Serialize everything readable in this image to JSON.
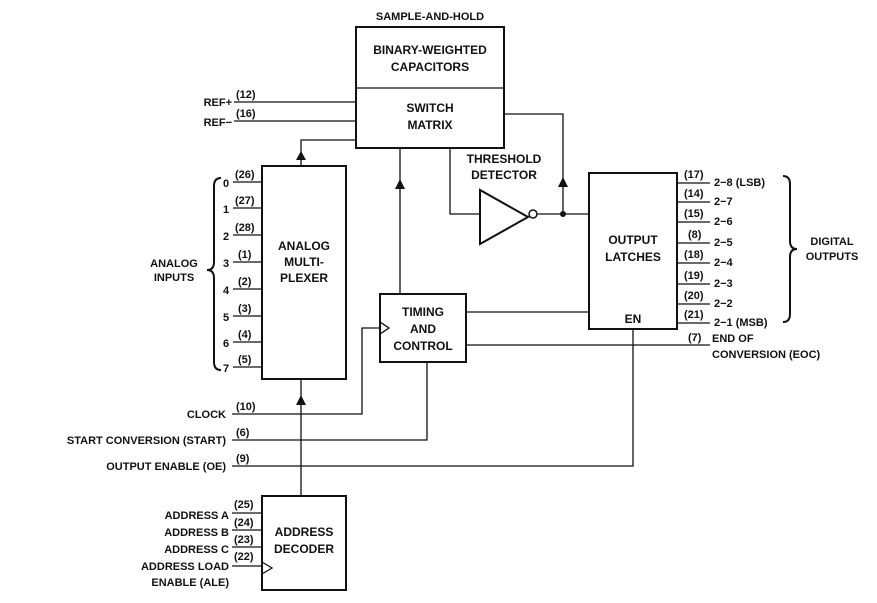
{
  "title": "SAMPLE-AND-HOLD",
  "blocks": {
    "capacitors": [
      "BINARY-WEIGHTED",
      "CAPACITORS"
    ],
    "switch_matrix": [
      "SWITCH",
      "MATRIX"
    ],
    "threshold": [
      "THRESHOLD",
      "DETECTOR"
    ],
    "mux": [
      "ANALOG",
      "MULTI-",
      "PLEXER"
    ],
    "timing": [
      "TIMING",
      "AND",
      "CONTROL"
    ],
    "latches": [
      "OUTPUT",
      "LATCHES"
    ],
    "latches_en": "EN",
    "decoder": [
      "ADDRESS",
      "DECODER"
    ]
  },
  "refs": [
    {
      "name": "REF+",
      "pin": "(12)"
    },
    {
      "name": "REF−",
      "pin": "(16)"
    }
  ],
  "analog_inputs_label": [
    "ANALOG",
    "INPUTS"
  ],
  "analog_inputs": [
    {
      "ch": "0",
      "pin": "(26)"
    },
    {
      "ch": "1",
      "pin": "(27)"
    },
    {
      "ch": "2",
      "pin": "(28)"
    },
    {
      "ch": "3",
      "pin": "(1)"
    },
    {
      "ch": "4",
      "pin": "(2)"
    },
    {
      "ch": "5",
      "pin": "(3)"
    },
    {
      "ch": "6",
      "pin": "(4)"
    },
    {
      "ch": "7",
      "pin": "(5)"
    }
  ],
  "digital_outputs_label": [
    "DIGITAL",
    "OUTPUTS"
  ],
  "digital_outputs": [
    {
      "pin": "(17)",
      "bit": "2−8 (LSB)"
    },
    {
      "pin": "(14)",
      "bit": "2−7"
    },
    {
      "pin": "(15)",
      "bit": "2−6"
    },
    {
      "pin": "(8)",
      "bit": "2−5"
    },
    {
      "pin": "(18)",
      "bit": "2−4"
    },
    {
      "pin": "(19)",
      "bit": "2−3"
    },
    {
      "pin": "(20)",
      "bit": "2−2"
    },
    {
      "pin": "(21)",
      "bit": "2−1 (MSB)"
    }
  ],
  "eoc": {
    "pin": "(7)",
    "lines": [
      "END OF",
      "CONVERSION (EOC)"
    ]
  },
  "control_signals": [
    {
      "name": "CLOCK",
      "pin": "(10)"
    },
    {
      "name": "START CONVERSION (START)",
      "pin": "(6)"
    },
    {
      "name": "OUTPUT ENABLE (OE)",
      "pin": "(9)"
    }
  ],
  "address_signals": [
    {
      "name": "ADDRESS A",
      "pin": "(25)"
    },
    {
      "name": "ADDRESS B",
      "pin": "(24)"
    },
    {
      "name": "ADDRESS C",
      "pin": "(23)"
    },
    {
      "name": "ADDRESS LOAD",
      "pin": "(22)"
    }
  ],
  "ale_label": "ENABLE (ALE)"
}
